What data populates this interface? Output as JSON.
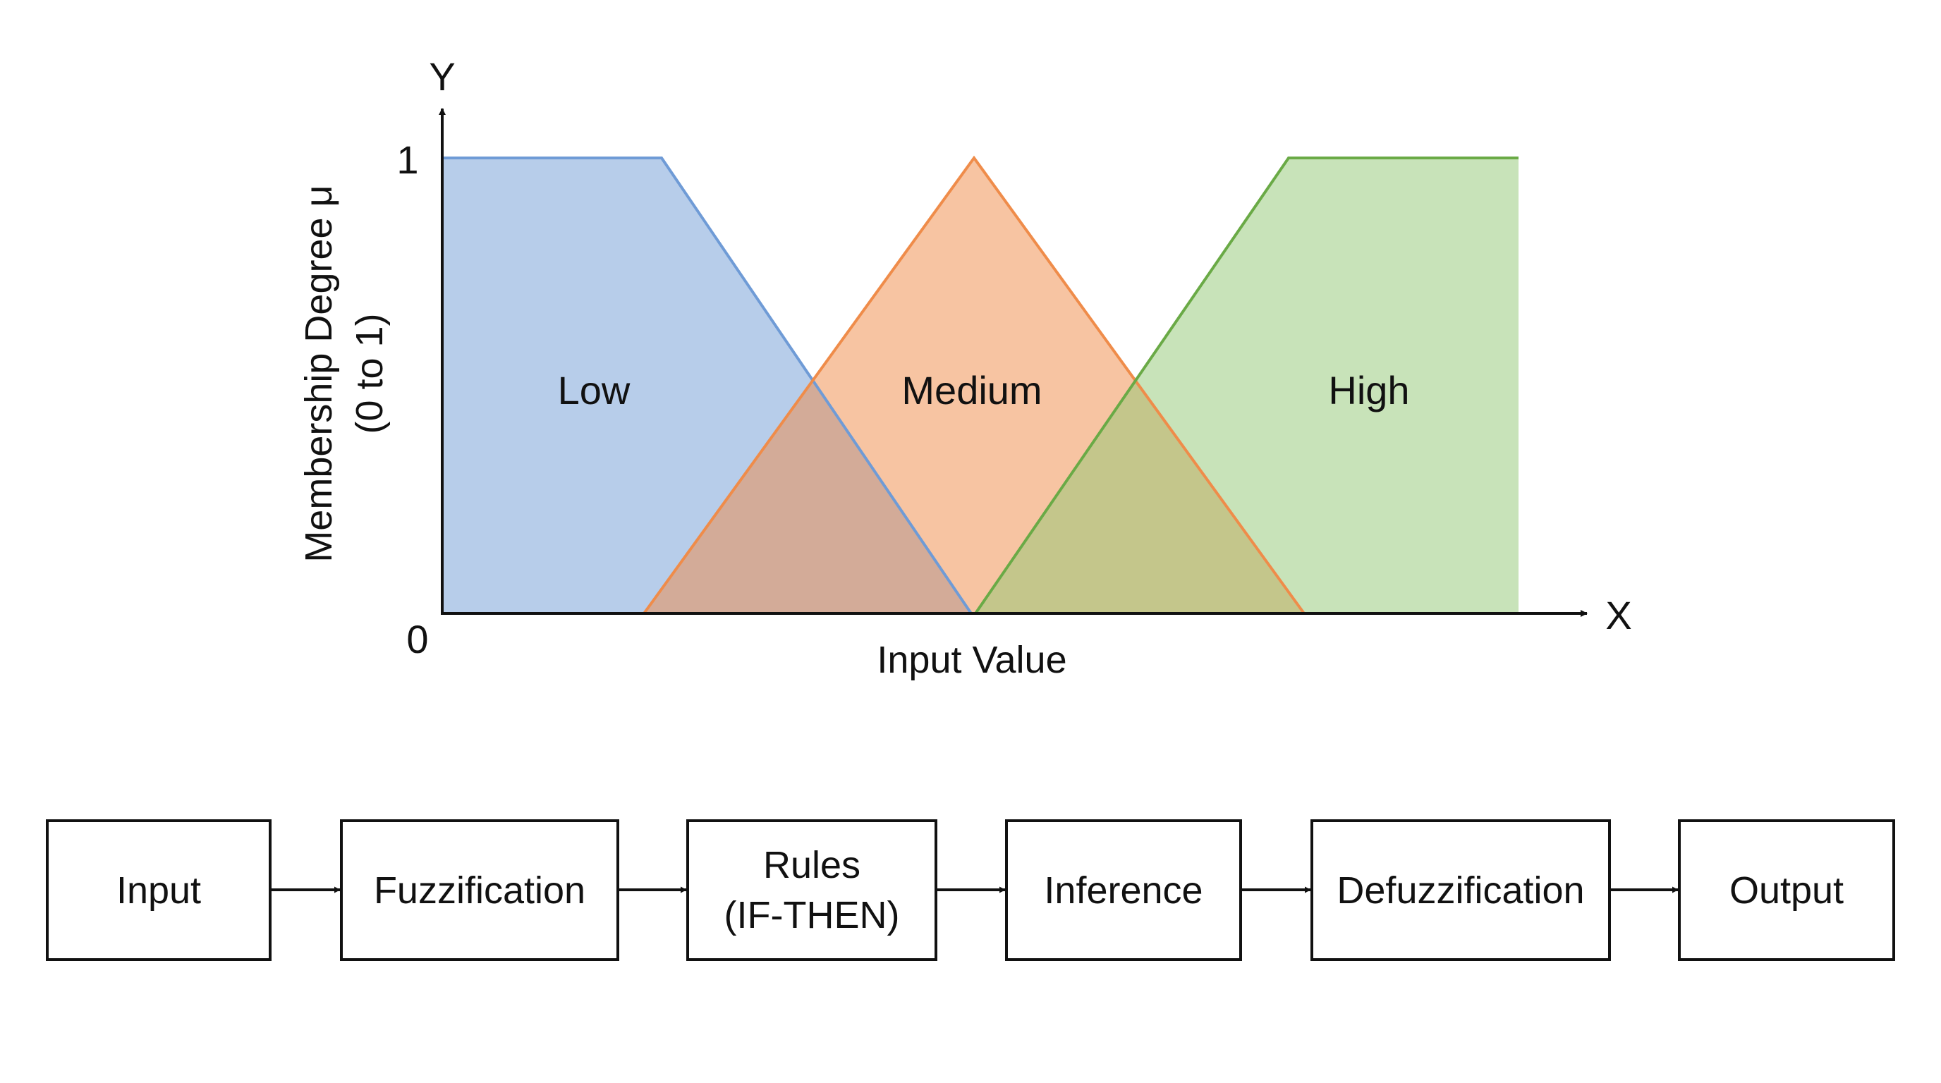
{
  "membership_chart": {
    "axis": {
      "y_letter": "Y",
      "x_letter": "X",
      "y_tick_top": "1",
      "origin_label": "0",
      "y_label_line1": "Membership Degree μ",
      "y_label_line2": "(0 to 1)",
      "x_label": "Input Value"
    },
    "sets": [
      {
        "label": "Low",
        "color": "#6f9bd6",
        "fill": "#b6c9e6"
      },
      {
        "label": "Medium",
        "color": "#ef8c4a",
        "fill": "#f6c3a2"
      },
      {
        "label": "High",
        "color": "#6aaa46",
        "fill": "#c9e2b6"
      }
    ]
  },
  "pipeline": {
    "steps": [
      {
        "lines": [
          "Input"
        ]
      },
      {
        "lines": [
          "Fuzzification"
        ]
      },
      {
        "lines": [
          "Rules",
          "(IF-THEN)"
        ]
      },
      {
        "lines": [
          "Inference"
        ]
      },
      {
        "lines": [
          "Defuzzification"
        ]
      },
      {
        "lines": [
          "Output"
        ]
      }
    ]
  }
}
